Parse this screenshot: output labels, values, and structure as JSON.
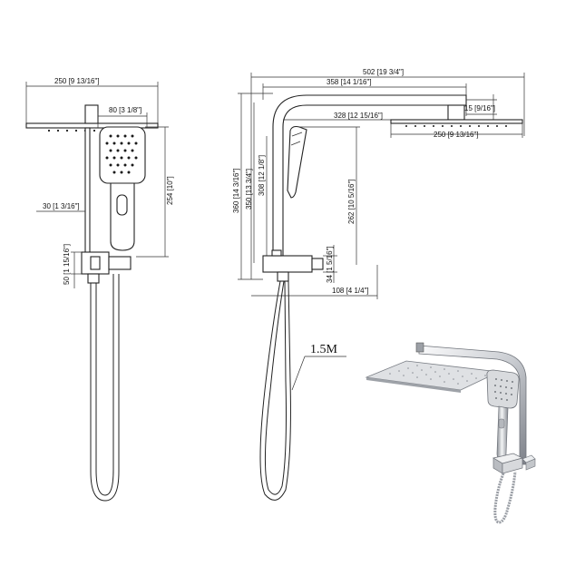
{
  "front_view": {
    "width_label": "250 [9 13/16\"]",
    "handset_width_label": "80 [3 1/8\"]",
    "handset_length_label": "254 [10\"]",
    "wall_offset_label": "30 [1 3/16\"]",
    "bracket_height_label": "50 [1 15/16\"]"
  },
  "side_view": {
    "overall_width_label": "502 [19 3/4\"]",
    "arm_reach_label": "358 [14 1/16\"]",
    "arm_offset_label": "15 [9/16\"]",
    "rail_to_head_label": "328 [12 15/16\"]",
    "head_width_label": "250 [9 13/16\"]",
    "overall_height_label": "360 [14 3/16\"]",
    "rail_height_label": "350 [13 3/4\"]",
    "slide_height_label": "308 [12 1/8\"]",
    "handset_height_label": "262 [10 5/16\"]",
    "bracket_height_label": "34 [1 5/16\"]",
    "bracket_depth_label": "108 [4 1/4\"]",
    "hose_length_label": "1.5M"
  },
  "colors": {
    "line": "#222222",
    "chrome_light": "#e8eaed",
    "chrome_dark": "#7d8189"
  }
}
